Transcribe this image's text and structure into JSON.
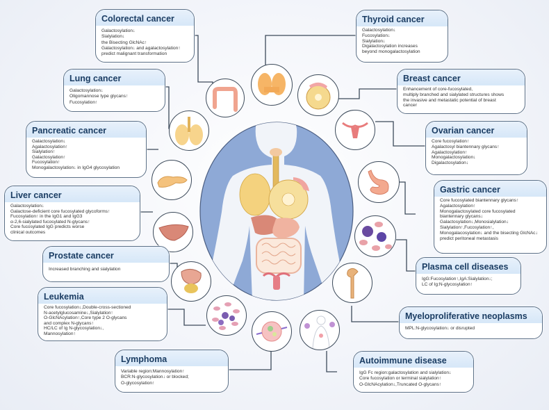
{
  "title": "Glycosylation alterations in cancers and immune diseases",
  "colors": {
    "header_text": "#1b3d63",
    "header_bg": "#d6e7f8",
    "border": "#5b6f86",
    "body_circle": "#8ea9d6"
  },
  "boxes": {
    "colorectal": {
      "title": "Colorectal cancer",
      "lines": [
        "Galactosylation↓",
        "Sialylation↓",
        "the Bisecting GlcNAc↑",
        "Galactosylation↓ and agalactosylation↑",
        "predict malignant transformation"
      ]
    },
    "lung": {
      "title": "Lung cancer",
      "lines": [
        "Galactosylation↓",
        "Oligomannose type glycans↑",
        "Fucosylation↑"
      ]
    },
    "pancreatic": {
      "title": "Pancreatic cancer",
      "lines": [
        "Galactosylation↓",
        "Agalactosylation↑",
        "Sialylation↑",
        "Galactosylation↑",
        "Fucosylation↑",
        "Monogalactosylation↓ in IgG4 glycosylation"
      ]
    },
    "liver": {
      "title": "Liver cancer",
      "lines": [
        "Galactosylation↓",
        "Galactose-deficient core fucosylated glycoforms↑",
        "Fucosylation↑ in the IgG1 and IgG3",
        "α-2,6-sialylated fucosylated N-glycans↑",
        "Core fucosylated IgG predicts worse",
        "clinical outcomes"
      ]
    },
    "prostate": {
      "title": "Prostate cancer",
      "lines": [
        "Increased branching and sialylation"
      ]
    },
    "leukemia": {
      "title": "Leukemia",
      "lines": [
        "Core fucosylation↓,Double-cross-sectioned",
        "N-acetylglucosamine↓,Sialylation↑",
        "O-GlcNAcylation↑,Core type 2 O-glycans",
        "and complex N-glycans↑",
        "HC/LC of Ig N-glycosylation↓,",
        "Mannosylation↑"
      ]
    },
    "lymphoma": {
      "title": "Lymphoma",
      "lines": [
        "Variable region:Mannosylation↑",
        "BCR:N-glycosylation↓ or blocked;",
        "O-glycosylation↑"
      ]
    },
    "thyroid": {
      "title": "Thyroid cancer",
      "lines": [
        "Galactosylation↓",
        "Fucosylation↓",
        "Sialylation↓",
        "Digalactosylation increases",
        "beyond monogalactosylation"
      ]
    },
    "breast": {
      "title": "Breast cancer",
      "lines": [
        "Enhancement of core-fucosylated,",
        "multiply branched and sialylated structures shows",
        "the invasive and metastatic potential of breast",
        "cancer"
      ]
    },
    "ovarian": {
      "title": "Ovarian cancer",
      "lines": [
        "Core fucosylation↑",
        "Agalactosyl biantennary glycans↑",
        "Agalactosylation↑",
        "Monogalactosylation↓",
        "Digalactosylation↓"
      ]
    },
    "gastric": {
      "title": "Gastric cancer",
      "lines": [
        "Core fucosylated biantennary glycans↑",
        "Agalactosylation↑",
        "Monogalactosylated core fucosylated",
        "biantennary glycans↓",
        "Galactosylation↓,Monosialylation↓",
        "Sialylation↑,Fucosylation↑,",
        "Monogalacosylation↓ and the bisecting GlcNAc↓",
        "predict peritoneal metastasis"
      ]
    },
    "plasma": {
      "title": "Plasma cell diseases",
      "lines": [
        "IgG:Fucosylation↑,IgA:Sialylation↓;",
        "LC of Ig:N-glycosylation↑"
      ]
    },
    "myelo": {
      "title": "Myeloproliferative neoplasms",
      "lines": [
        "MPL:N-glycosylation↓ or disrupted"
      ]
    },
    "autoimmune": {
      "title": "Autoimmune disease",
      "lines": [
        "IgG Fc region:galactosylation and sialylation↓",
        "Core fucosylation or terminal sialylation↑",
        "O-GlcNAcylation↓,Truncated O-glycans↑"
      ]
    }
  },
  "icons": [
    "colon-icon",
    "thyroid-icon",
    "breast-icon",
    "lung-icon",
    "uterus-icon",
    "pancreas-icon",
    "stomach-icon",
    "liver-icon",
    "blood-cells-icon",
    "prostate-icon",
    "bone-icon",
    "leukemia-cells-icon",
    "lymphoma-cell-icon",
    "autoimmune-body-icon",
    "human-body-icon"
  ]
}
